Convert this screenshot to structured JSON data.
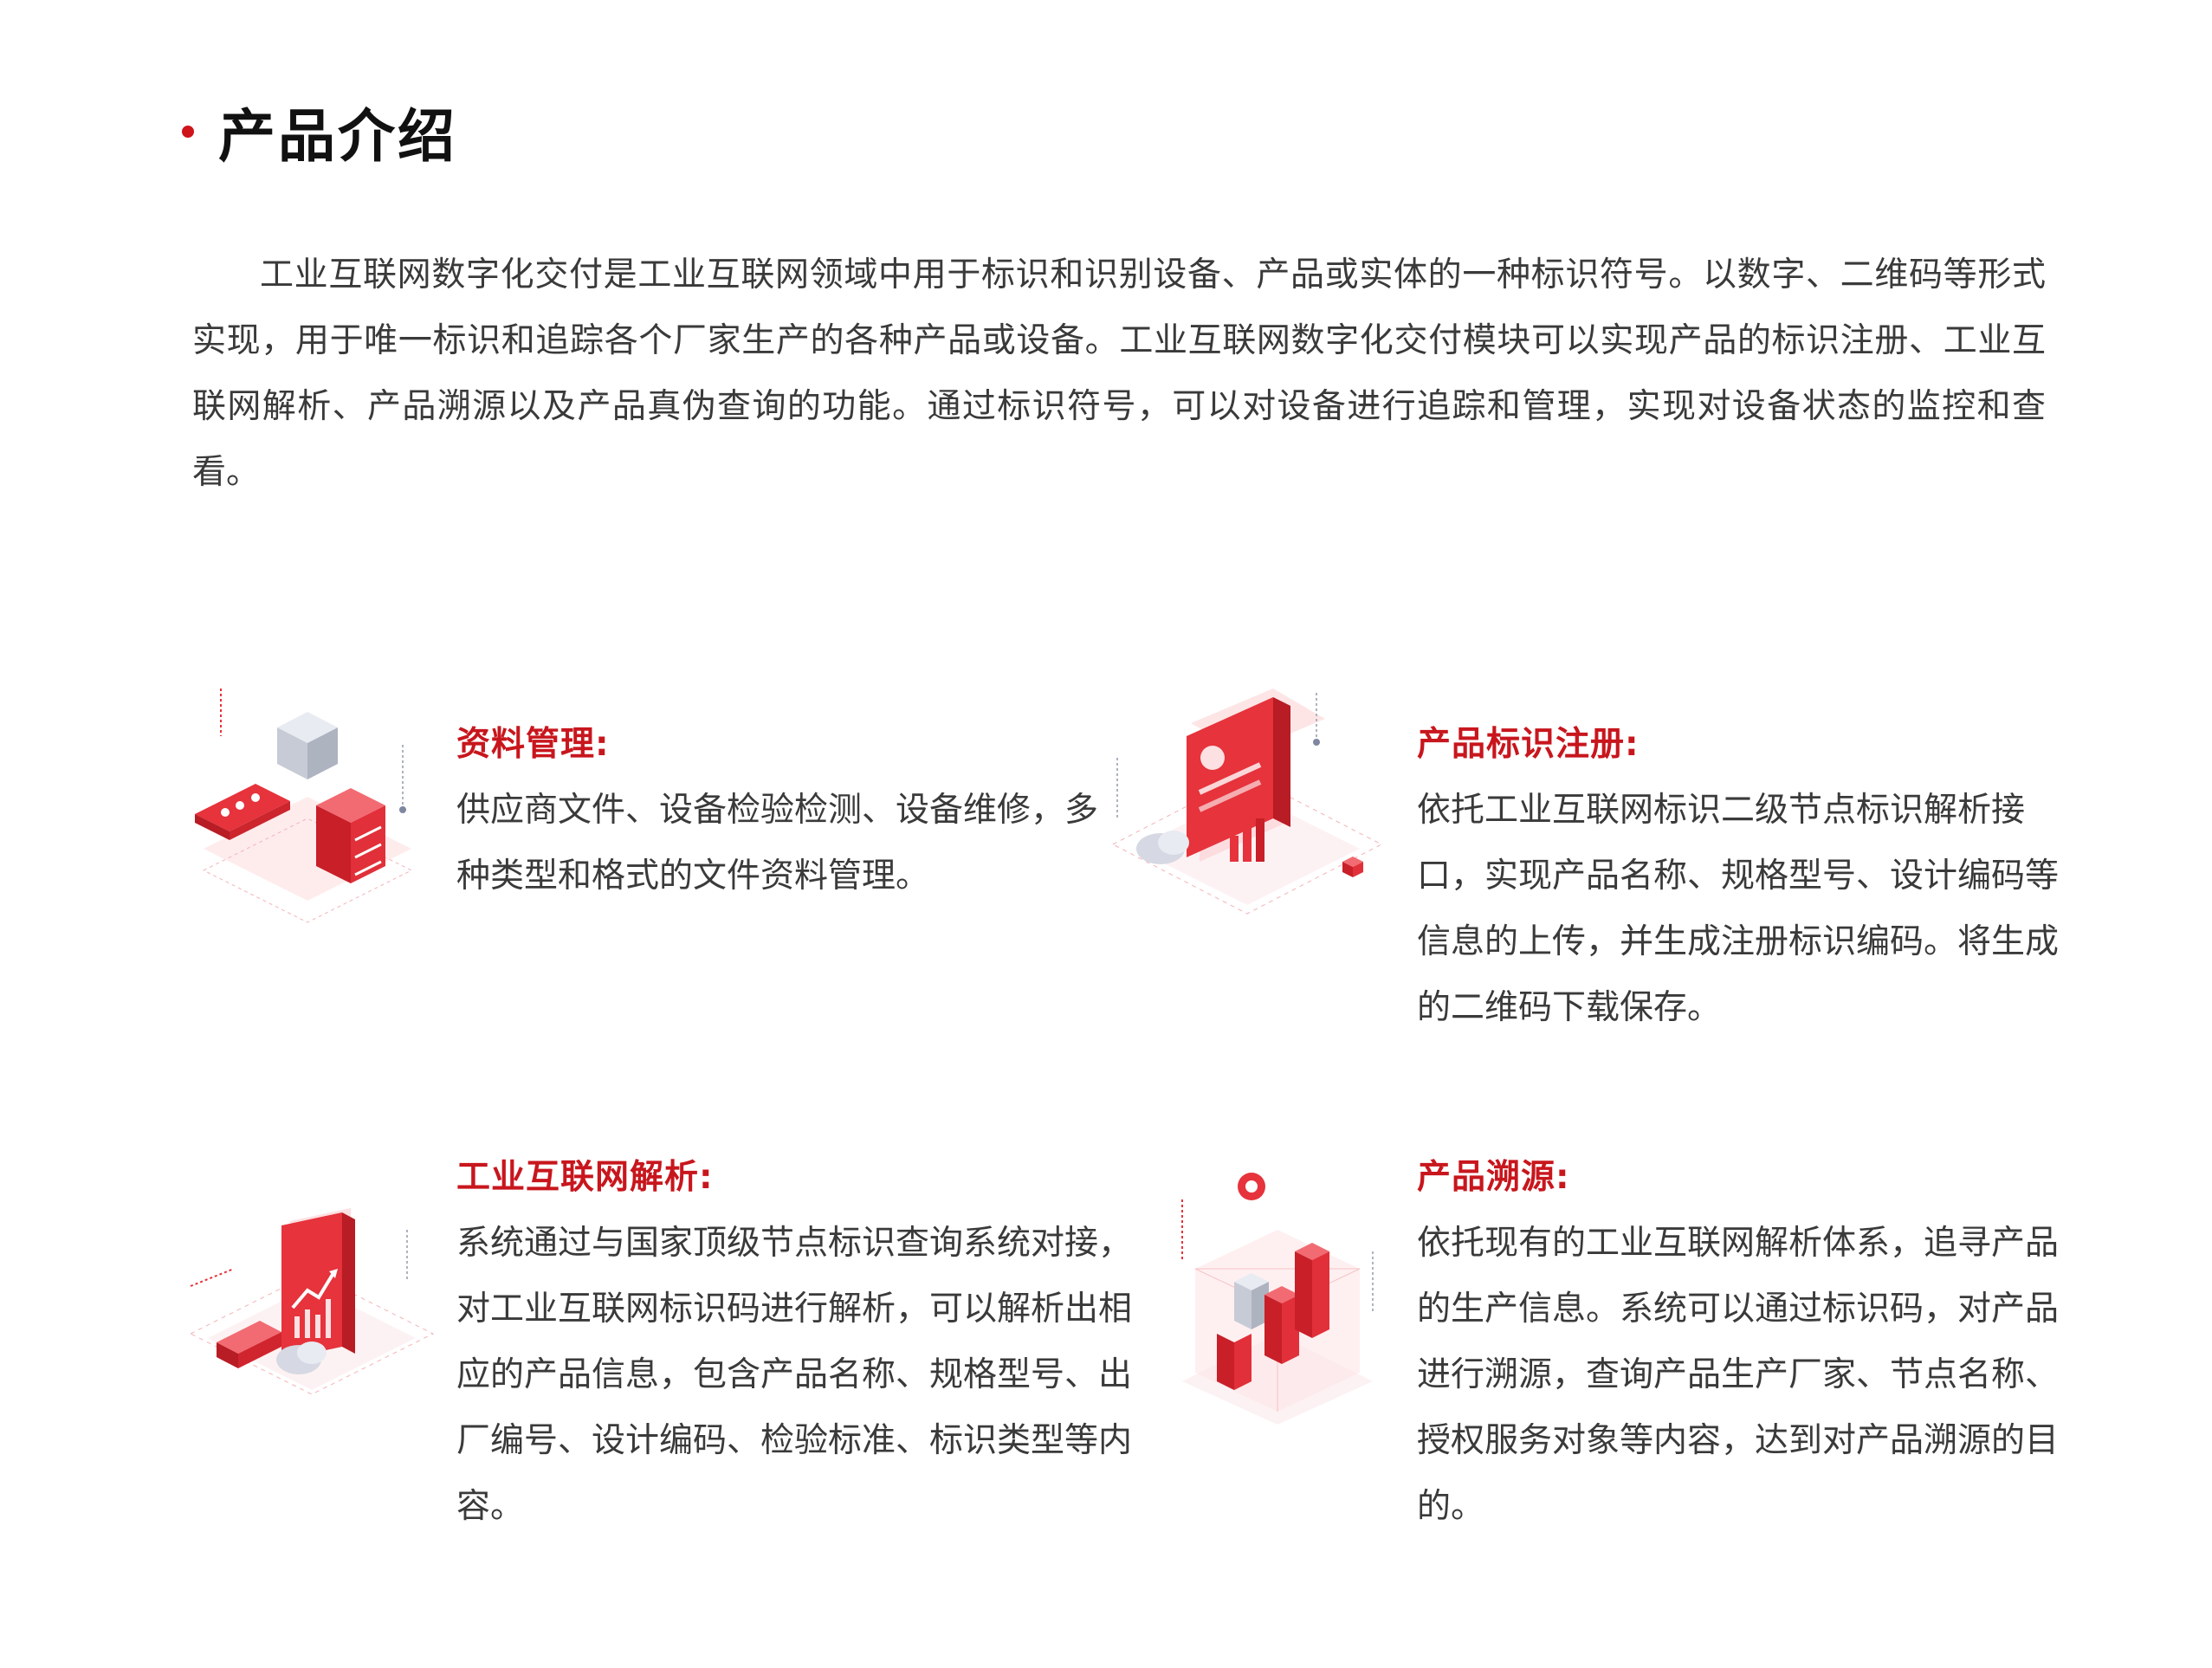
{
  "section": {
    "title": "产品介绍"
  },
  "intro": {
    "text": "工业互联网数字化交付是工业互联网领域中用于标识和识别设备、产品或实体的一种标识符号。以数字、二维码等形式实现，用于唯一标识和追踪各个厂家生产的各种产品或设备。工业互联网数字化交付模块可以实现产品的标识注册、工业互联网解析、产品溯源以及产品真伪查询的功能。通过标识符号，可以对设备进行追踪和管理，实现对设备状态的监控和查看。"
  },
  "features": [
    {
      "title": "资料管理:",
      "body": "供应商文件、设备检验检测、设备维修，多种类型和格式的文件资料管理。",
      "icon": "server-icon"
    },
    {
      "title": "产品标识注册:",
      "body": "依托工业互联网标识二级节点标识解析接口，实现产品名称、规格型号、设计编码等信息的上传，并生成注册标识编码。将生成的二维码下载保存。",
      "icon": "dashboard-icon"
    },
    {
      "title": "工业互联网解析:",
      "body": "系统通过与国家顶级节点标识查询系统对接，对工业互联网标识码进行解析，可以解析出相应的产品信息，包含产品名称、规格型号、出厂编号、设计编码、检验标准、标识类型等内容。",
      "icon": "analytics-icon"
    },
    {
      "title": "产品溯源:",
      "body": "依托现有的工业互联网解析体系，追寻产品的生产信息。系统可以通过标识码，对产品进行溯源，查询产品生产厂家、节点名称、授权服务对象等内容，达到对产品溯源的目的。",
      "icon": "trace-chart-icon"
    }
  ],
  "colors": {
    "accent": "#c8161d",
    "text": "#3a3a3a",
    "title": "#111111"
  }
}
